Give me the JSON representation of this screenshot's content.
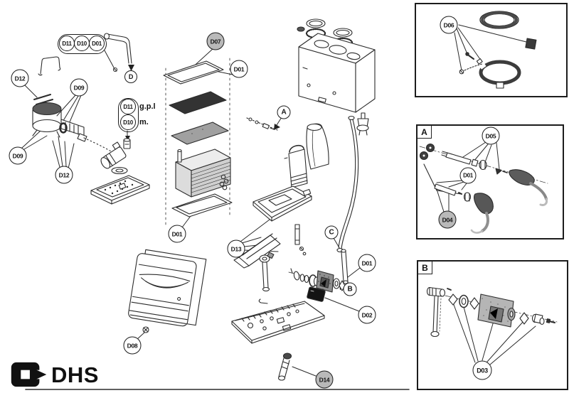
{
  "brand": {
    "logo_text": "DHS"
  },
  "callouts": {
    "top_group": [
      "D11",
      "D10",
      "D01"
    ],
    "pipe_marker": "D",
    "d12_upper": "D12",
    "d09_upper": "D09",
    "d09_lower": "D09",
    "d12_lower": "D12",
    "fuel_group": {
      "lpg": "D11",
      "lpg_note": "g.p.l",
      "methane": "D10",
      "methane_note": "m."
    },
    "top_panel": "D07",
    "top_panel_frame": "D01",
    "marker_a": "A",
    "bottom_panel_frame": "D01",
    "collector": "D13",
    "marker_c": "C",
    "marker_b": "B",
    "gas_valve": "D01",
    "control_knob": "D02",
    "panel_screw": "D08",
    "drain_pipe": "D14"
  },
  "insets": {
    "gasket_box": {
      "callout": "D06"
    },
    "detail_a": {
      "title": "A",
      "thermocouple": "D05",
      "fittings": "D01",
      "electrode": "D04"
    },
    "detail_b": {
      "title": "B",
      "gaskets": "D03"
    }
  }
}
